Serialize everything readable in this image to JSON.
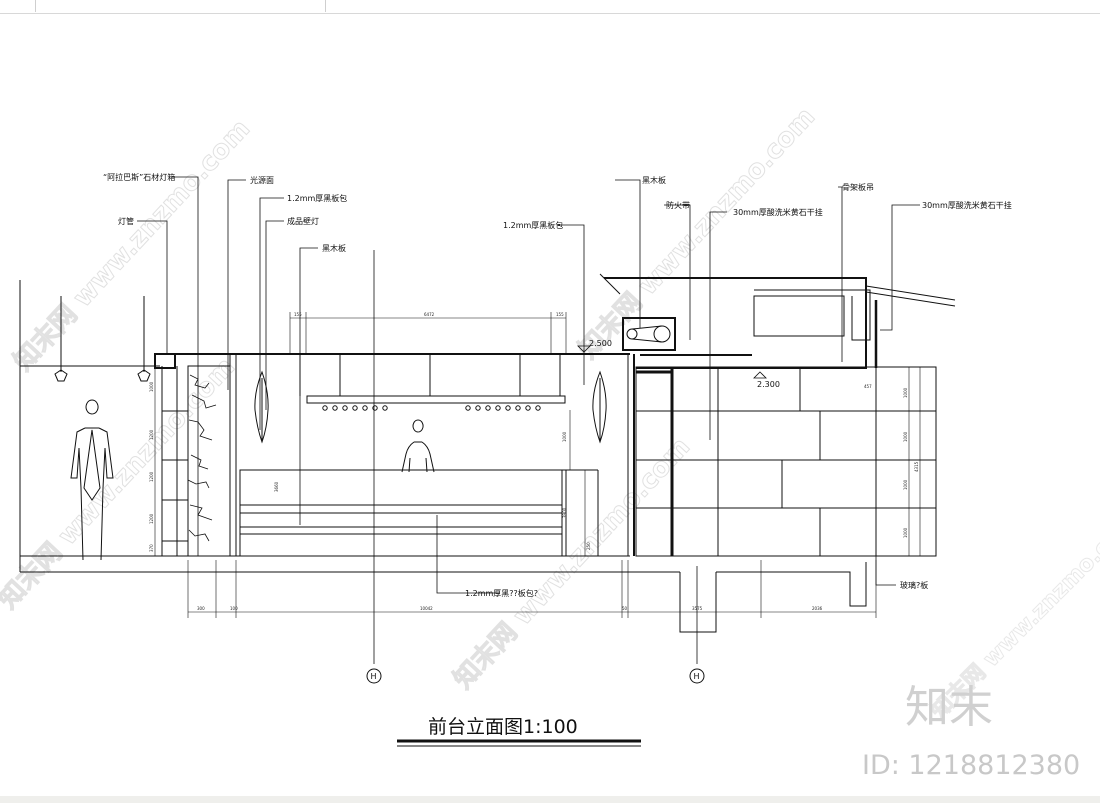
{
  "drawing": {
    "title": "前台立面图1:100",
    "grid_label": "H"
  },
  "labels": {
    "stone_lightbox": "“阿拉巴斯”石材灯箱",
    "light_tube": "灯管",
    "light_surface": "光源面",
    "black_plate_wrap_left": "1.2mm厚黑板包",
    "wall_lamp": "成品壁灯",
    "black_wood_left": "黑木板",
    "black_wood_right": "黑木板",
    "fire_strip": "防火带",
    "black_plate_wrap_right": "1.2mm厚黑板包",
    "travertine_30_a": "30mm厚酸洗米黄石干挂",
    "keel_ceiling": "骨架板吊",
    "travertine_30_b": "30mm厚酸洗米黄石干挂",
    "glass_panel": "玻璃?板",
    "bottom_note": "1.2mm厚黑??板包?"
  },
  "levels": {
    "left": "2.500",
    "right": "2.300"
  },
  "dimensions": {
    "top_left": "155",
    "top_mid": "6472",
    "top_right": "155",
    "bot_a": "300",
    "bot_b": "10042",
    "bot_c": "3575",
    "bot_d": "2036",
    "bot_e": "100",
    "bot_f": "50",
    "v_a": "1000",
    "v_b": "1200",
    "v_c": "1200",
    "v_d": "1200",
    "v_e": "370",
    "v_mid": "3660",
    "v_r1": "1000",
    "v_r2": "3900",
    "v_r3": "457",
    "v_r4": "1000",
    "v_r5": "1000",
    "v_r6": "1000",
    "v_r7": "1000",
    "v_r8": "4315",
    "v_r9": "250"
  },
  "watermarks": {
    "site": "znzmo.com",
    "site_full": "www.znzmo.com",
    "brand": "知末网",
    "logo": "知末",
    "id": "ID: 1218812380"
  }
}
